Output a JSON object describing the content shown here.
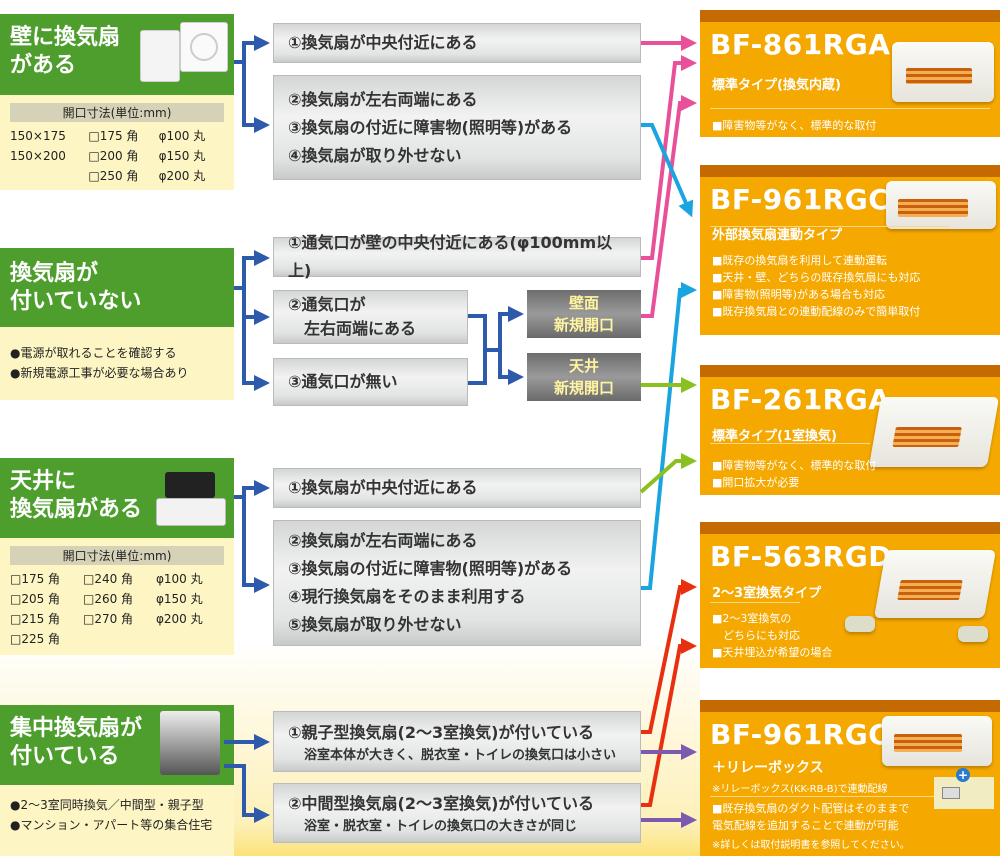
{
  "left_panels": [
    {
      "title": [
        "壁に換気扇",
        "がある"
      ],
      "table_caption": "開口寸法(単位:mm)",
      "rows": [
        [
          "150×175",
          "□175 角",
          "φ100 丸"
        ],
        [
          "150×200",
          "□200 角",
          "φ150 丸"
        ],
        [
          "",
          "□250 角",
          "φ200 丸"
        ]
      ]
    },
    {
      "title": [
        "換気扇が",
        "付いていない"
      ],
      "bullets": [
        "●電源が取れることを確認する",
        "●新規電源工事が必要な場合あり"
      ]
    },
    {
      "title": [
        "天井に",
        "換気扇がある"
      ],
      "table_caption": "開口寸法(単位:mm)",
      "rows": [
        [
          "□175 角",
          "□240 角",
          "φ100 丸"
        ],
        [
          "□205 角",
          "□260 角",
          "φ150 丸"
        ],
        [
          "□215 角",
          "□270 角",
          "φ200 丸"
        ],
        [
          "□225 角",
          "",
          ""
        ]
      ]
    },
    {
      "title": [
        "集中換気扇が",
        "付いている"
      ],
      "bullets": [
        "●2～3室同時換気／中間型・親子型",
        "●マンション・アパート等の集合住宅"
      ]
    }
  ],
  "conditions": {
    "wall": [
      "①換気扇が中央付近にある",
      [
        "②換気扇が左右両端にある",
        "③換気扇の付近に障害物(照明等)がある",
        "④換気扇が取り外せない"
      ]
    ],
    "none": [
      "①通気口が壁の中央付近にある(φ100mm以上)",
      [
        "②通気口が",
        "　左右両端にある"
      ],
      "③通気口が無い"
    ],
    "new_opening": [
      [
        "壁面",
        "新規開口"
      ],
      [
        "天井",
        "新規開口"
      ]
    ],
    "ceiling": [
      "①換気扇が中央付近にある",
      [
        "②換気扇が左右両端にある",
        "③換気扇の付近に障害物(照明等)がある",
        "④現行換気扇をそのまま利用する",
        "⑤換気扇が取り外せない"
      ]
    ],
    "central": [
      [
        "①親子型換気扇(2～3室換気)が付いている",
        "浴室本体が大きく、脱衣室・トイレの換気口は小さい"
      ],
      [
        "②中間型換気扇(2～3室換気)が付いている",
        "浴室・脱衣室・トイレの換気口の大きさが同じ"
      ]
    ]
  },
  "products": [
    {
      "model": "BF-861RGA",
      "type": "標準タイプ(換気内蔵)",
      "features": [
        "■障害物等がなく、標準的な取付"
      ]
    },
    {
      "model": "BF-961RGC",
      "type": "外部換気扇連動タイプ",
      "features": [
        "■既存の換気扇を利用して連動運転",
        "■天井・壁、どちらの既存換気扇にも対応",
        "■障害物(照明等)がある場合も対応",
        "■既存換気扇との連動配線のみで簡単取付"
      ]
    },
    {
      "model": "BF-261RGA",
      "type": "標準タイプ(1室換気)",
      "features": [
        "■障害物等がなく、標準的な取付",
        "■開口拡大が必要"
      ]
    },
    {
      "model": "BF-563RGD",
      "type": "2～3室換気タイプ",
      "features": [
        "■2～3室換気の",
        "　どちらにも対応",
        "■天井埋込が希望の場合"
      ]
    },
    {
      "model": "BF-961RGC",
      "type": "＋リレーボックス",
      "note": "※リレーボックス(KK-RB-B)で連動配線",
      "features": [
        "■既存換気扇のダクト配管はそのままで",
        "電気配線を追加することで連動が可能"
      ],
      "footnote": "※詳しくは取付説明書を参照してください。"
    }
  ],
  "colors": {
    "branch": "#2e5aac",
    "pink": "#e8509a",
    "cyan": "#1aa4e0",
    "green": "#8cc020",
    "red": "#e83010",
    "purple": "#7b5ab0",
    "product_bg": "#f5a800",
    "panel_green": "#4e9e2e"
  }
}
